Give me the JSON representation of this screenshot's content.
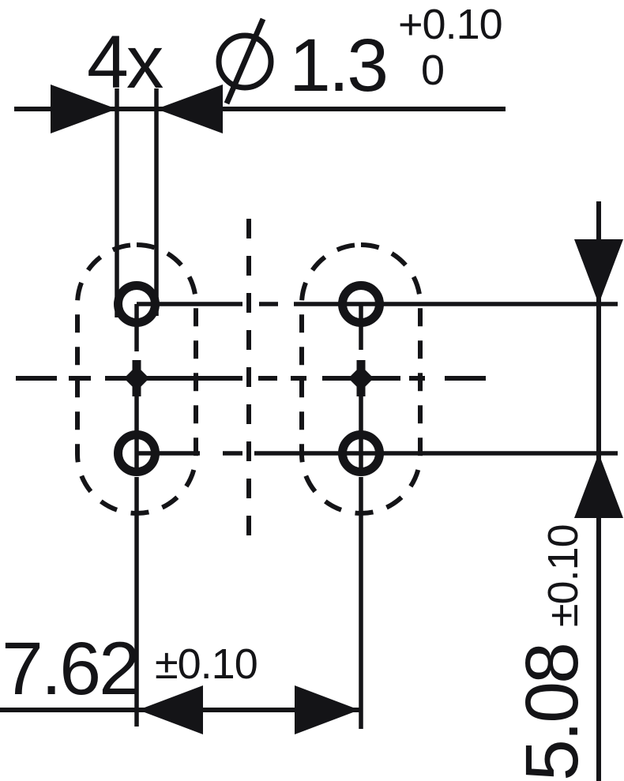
{
  "colors": {
    "ink": "#141417",
    "background": "#ffffff"
  },
  "hole_note": {
    "count": "4x",
    "diameter": "1.3",
    "tolerance_upper": "+0.10",
    "tolerance_lower": "0"
  },
  "dimensions": {
    "horizontal_pitch": {
      "value": "7.62",
      "tolerance": "±0.10"
    },
    "vertical_pitch": {
      "value": "5.08",
      "tolerance": "±0.10"
    }
  }
}
